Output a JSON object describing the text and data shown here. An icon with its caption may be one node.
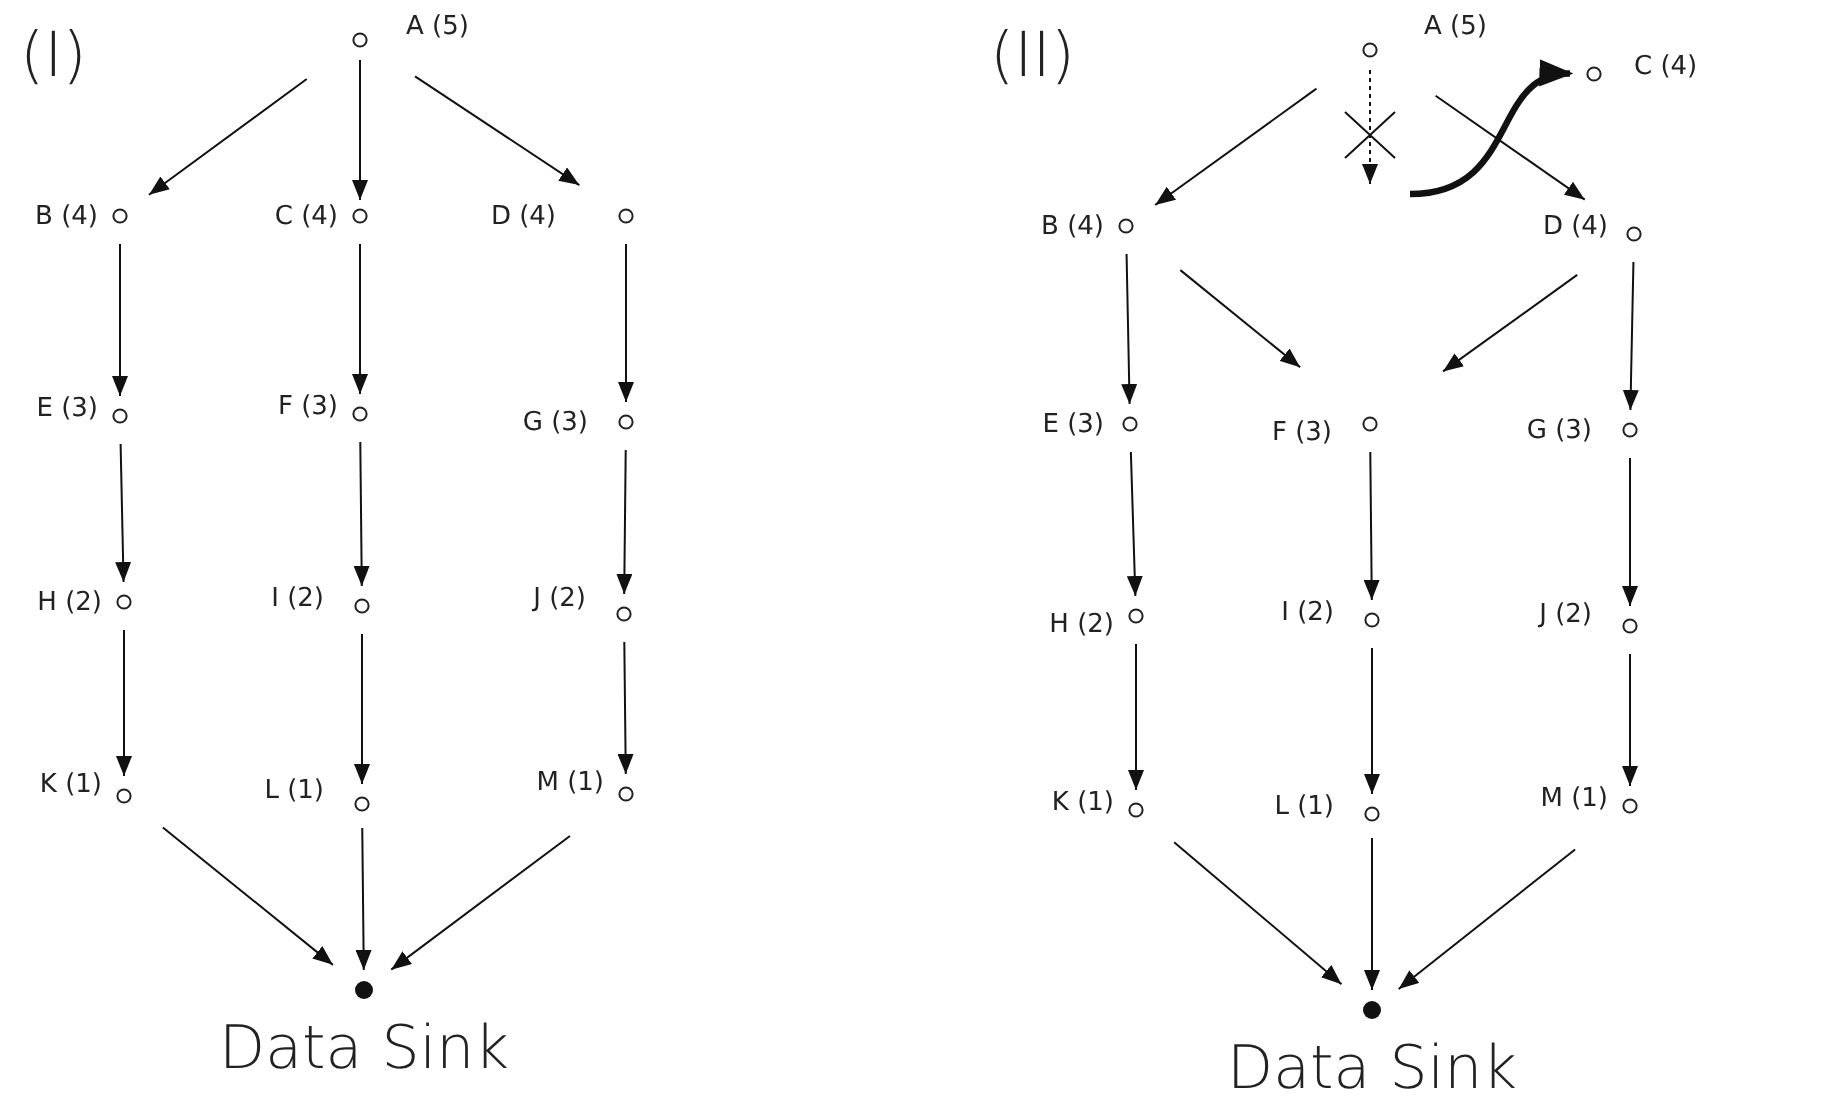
{
  "diagram": {
    "nodes": [
      {
        "text": [
          "A (5)"
        ]
      },
      {
        "text": [
          "B (4)"
        ]
      },
      {
        "text": [
          "C (4)"
        ]
      },
      {
        "text": [
          "D (4)"
        ]
      },
      {
        "text": [
          "E (3)"
        ]
      },
      {
        "text": [
          "F (3)"
        ]
      },
      {
        "text": [
          "G (3)"
        ]
      },
      {
        "text": [
          "H (2)"
        ]
      },
      {
        "text": [
          "I (2)"
        ]
      },
      {
        "text": [
          "J (2)"
        ]
      },
      {
        "text": [
          "K (1)"
        ]
      },
      {
        "text": [
          "L (1)"
        ]
      },
      {
        "text": [
          "M (1)"
        ]
      },
      {
        "text": [
          "Data Sink"
        ]
      },
      {
        "text": [
          "A (5)"
        ]
      },
      {
        "text": [
          "C (4)"
        ]
      },
      {
        "text": [
          "B (4)"
        ]
      },
      {
        "text": [
          "D (4)"
        ]
      },
      {
        "text": [
          "E (3)"
        ]
      },
      {
        "text": [
          "F (3)"
        ]
      },
      {
        "text": [
          "G (3)"
        ]
      },
      {
        "text": [
          "H (2)"
        ]
      },
      {
        "text": [
          "I (2)"
        ]
      },
      {
        "text": [
          "J (2)"
        ]
      },
      {
        "text": [
          "K (1)"
        ]
      },
      {
        "text": [
          "L (1)"
        ]
      },
      {
        "text": [
          "M (1)"
        ]
      },
      {
        "text": [
          "Data Sink"
        ]
      }
    ],
    "edges": [
      {
        "from": 0,
        "to": 1,
        "arrow": "to"
      },
      {
        "from": 0,
        "to": 2,
        "arrow": "to"
      },
      {
        "from": 0,
        "to": 3,
        "arrow": "to"
      },
      {
        "from": 1,
        "to": 4,
        "arrow": "to"
      },
      {
        "from": 2,
        "to": 5,
        "arrow": "to"
      },
      {
        "from": 3,
        "to": 6,
        "arrow": "to"
      },
      {
        "from": 4,
        "to": 7,
        "arrow": "to"
      },
      {
        "from": 5,
        "to": 8,
        "arrow": "to"
      },
      {
        "from": 6,
        "to": 9,
        "arrow": "to"
      },
      {
        "from": 7,
        "to": 10,
        "arrow": "to"
      },
      {
        "from": 8,
        "to": 11,
        "arrow": "to"
      },
      {
        "from": 9,
        "to": 12,
        "arrow": "to"
      },
      {
        "from": 10,
        "to": 13,
        "arrow": "to"
      },
      {
        "from": 11,
        "to": 13,
        "arrow": "to"
      },
      {
        "from": 12,
        "to": 13,
        "arrow": "to"
      },
      {
        "from": 14,
        "to": 16,
        "arrow": "to"
      },
      {
        "from": 14,
        "to": 17,
        "arrow": "to"
      },
      {
        "from": 14,
        "to": null,
        "arrow": "to",
        "style": "dashed"
      },
      {
        "from": null,
        "to": 15,
        "arrow": "to",
        "style": "thick"
      },
      {
        "from": 16,
        "to": 19,
        "arrow": "to"
      },
      {
        "from": 17,
        "to": 19,
        "arrow": "to"
      },
      {
        "from": 16,
        "to": 18,
        "arrow": "to"
      },
      {
        "from": 19,
        "to": 22,
        "arrow": "to"
      },
      {
        "from": 17,
        "to": 20,
        "arrow": "to"
      },
      {
        "from": 18,
        "to": 21,
        "arrow": "to"
      },
      {
        "from": 22,
        "to": 25,
        "arrow": "to"
      },
      {
        "from": 20,
        "to": 23,
        "arrow": "to"
      },
      {
        "from": 21,
        "to": 24,
        "arrow": "to"
      },
      {
        "from": 23,
        "to": 26,
        "arrow": "to"
      },
      {
        "from": 24,
        "to": 27,
        "arrow": "to"
      },
      {
        "from": 25,
        "to": 27,
        "arrow": "to"
      },
      {
        "from": 26,
        "to": 27,
        "arrow": "to"
      }
    ],
    "labels": [
      "(I)",
      "(II)"
    ]
  }
}
